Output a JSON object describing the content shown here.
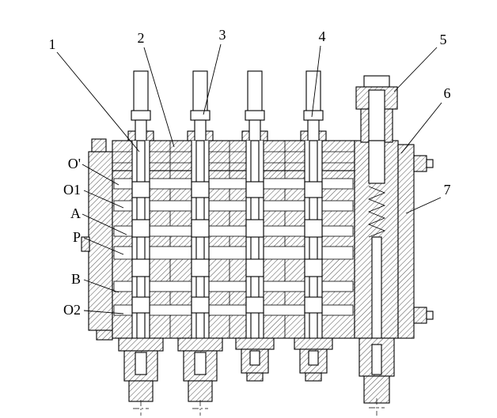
{
  "figure": {
    "colors": {
      "ink": "#000000",
      "background": "#ffffff"
    },
    "callouts": [
      {
        "text": "1"
      },
      {
        "text": "2"
      },
      {
        "text": "3"
      },
      {
        "text": "4"
      },
      {
        "text": "5"
      },
      {
        "text": "6"
      },
      {
        "text": "7"
      }
    ],
    "ports": [
      {
        "text": "O'"
      },
      {
        "text": "O1"
      },
      {
        "text": "A"
      },
      {
        "text": "P"
      },
      {
        "text": "B"
      },
      {
        "text": "O2"
      }
    ]
  }
}
